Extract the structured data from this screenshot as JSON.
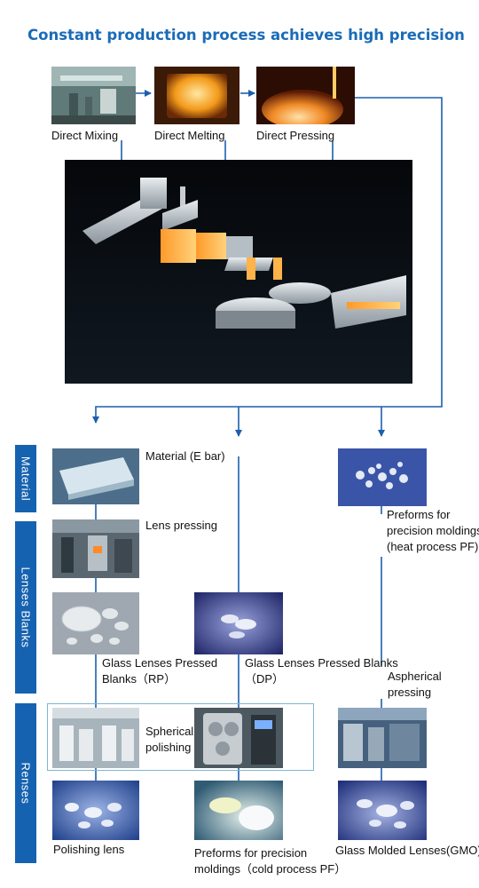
{
  "title": "Constant production process achieves high precision",
  "top_steps": [
    "Direct Mixing",
    "Direct Melting",
    "Direct Pressing"
  ],
  "sections": [
    "Material",
    "Lenses Blanks",
    "Renses"
  ],
  "labels": {
    "material_ebar": "Material (E bar)",
    "lens_pressing": "Lens pressing",
    "preforms_heat_1": "Preforms for",
    "preforms_heat_2": "precision moldings",
    "preforms_heat_3": "(heat process PF)",
    "rp_1": "Glass Lenses Pressed",
    "rp_2": "Blanks（RP）",
    "dp_1": "Glass Lenses Pressed Blanks",
    "dp_2": "（DP）",
    "aspherical_1": "Aspherical",
    "aspherical_2": "pressing",
    "spherical_1": "Spherical",
    "spherical_2": "polishing",
    "polishing_lens": "Polishing lens",
    "preforms_cold_1": "Preforms for precision",
    "preforms_cold_2": "moldings（cold process PF）",
    "gmo": "Glass Molded Lenses(GMO)"
  },
  "colors": {
    "accent": "#1a6bb8",
    "flow_line": "#1c5fae",
    "sidebar": "#1562b0",
    "box_border": "#7fb6cf"
  }
}
